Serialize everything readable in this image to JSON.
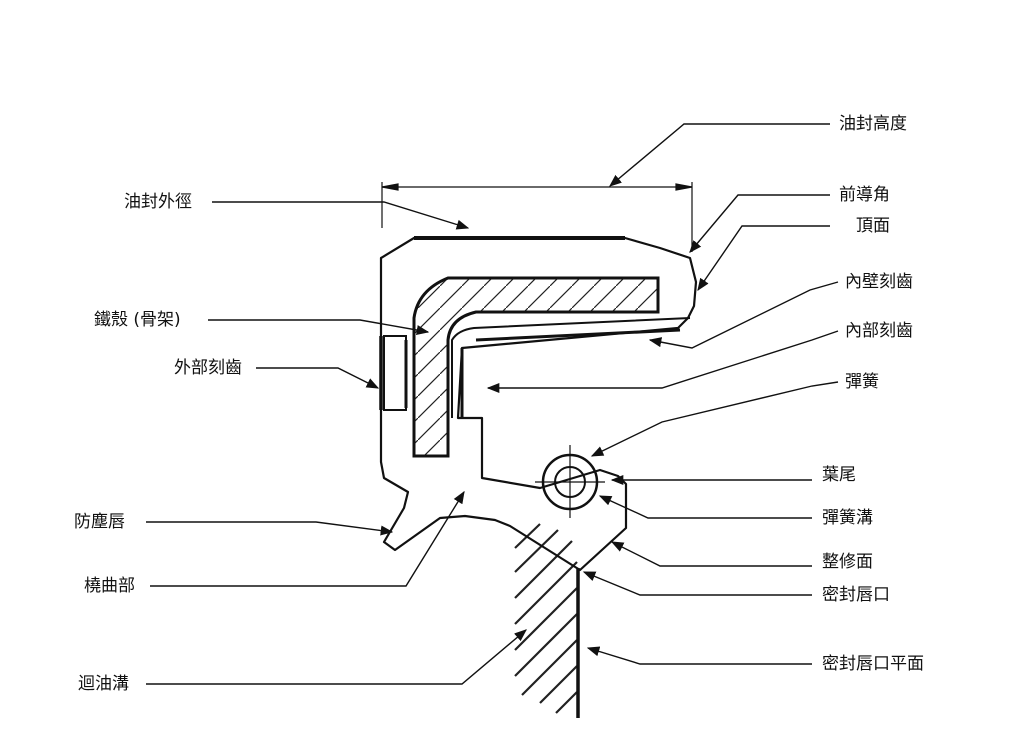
{
  "labels": {
    "seal_height": "油封高度",
    "front_chamfer": "前導角",
    "top_face": "頂面",
    "inner_wall_teeth": "內壁刻齒",
    "inner_teeth": "內部刻齒",
    "spring": "彈簧",
    "leaf_tail": "葉尾",
    "spring_groove": "彈簧溝",
    "trim_face": "整修面",
    "seal_lip_edge": "密封唇口",
    "seal_lip_flat": "密封唇口平面",
    "seal_od": "油封外徑",
    "metal_case": "鐵殼 (骨架)",
    "outer_teeth": "外部刻齒",
    "dust_lip": "防塵唇",
    "flex_section": "橈曲部",
    "oil_return_groove": "迴油溝"
  }
}
